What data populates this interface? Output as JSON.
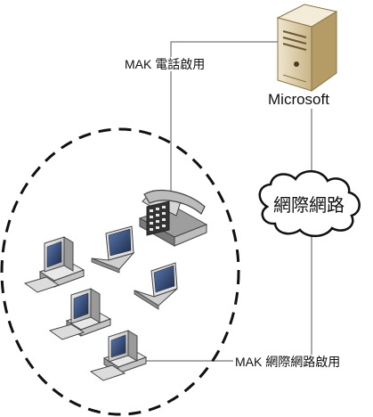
{
  "labels": {
    "phone_activation": "MAK 電話啟用",
    "server_name": "Microsoft",
    "cloud": "網際網路",
    "internet_activation": "MAK 網際網路啟用"
  },
  "colors": {
    "line": "#555555",
    "server_body": "#d8c49a",
    "server_shade": "#b39a66",
    "device_gray": "#cfcfcf",
    "screen": "#2a3e66",
    "dashed_circle": "#111111"
  }
}
